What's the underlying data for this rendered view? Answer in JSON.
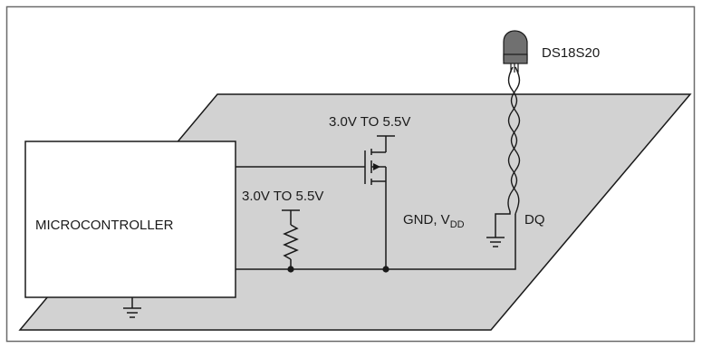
{
  "labels": {
    "microcontroller": "MICROCONTROLLER",
    "supply_top": "3.0V TO 5.5V",
    "supply_resistor": "3.0V TO  5.5V",
    "sensor": "DS18S20",
    "gnd_vdd_prefix": "GND, V",
    "gnd_vdd_sub": "DD",
    "dq": "DQ"
  },
  "colors": {
    "background": "#ffffff",
    "board_fill": "#d2d2d2",
    "line": "#1a1a1a",
    "frame": "#6b6b6b",
    "sensor_body": "#707070"
  }
}
